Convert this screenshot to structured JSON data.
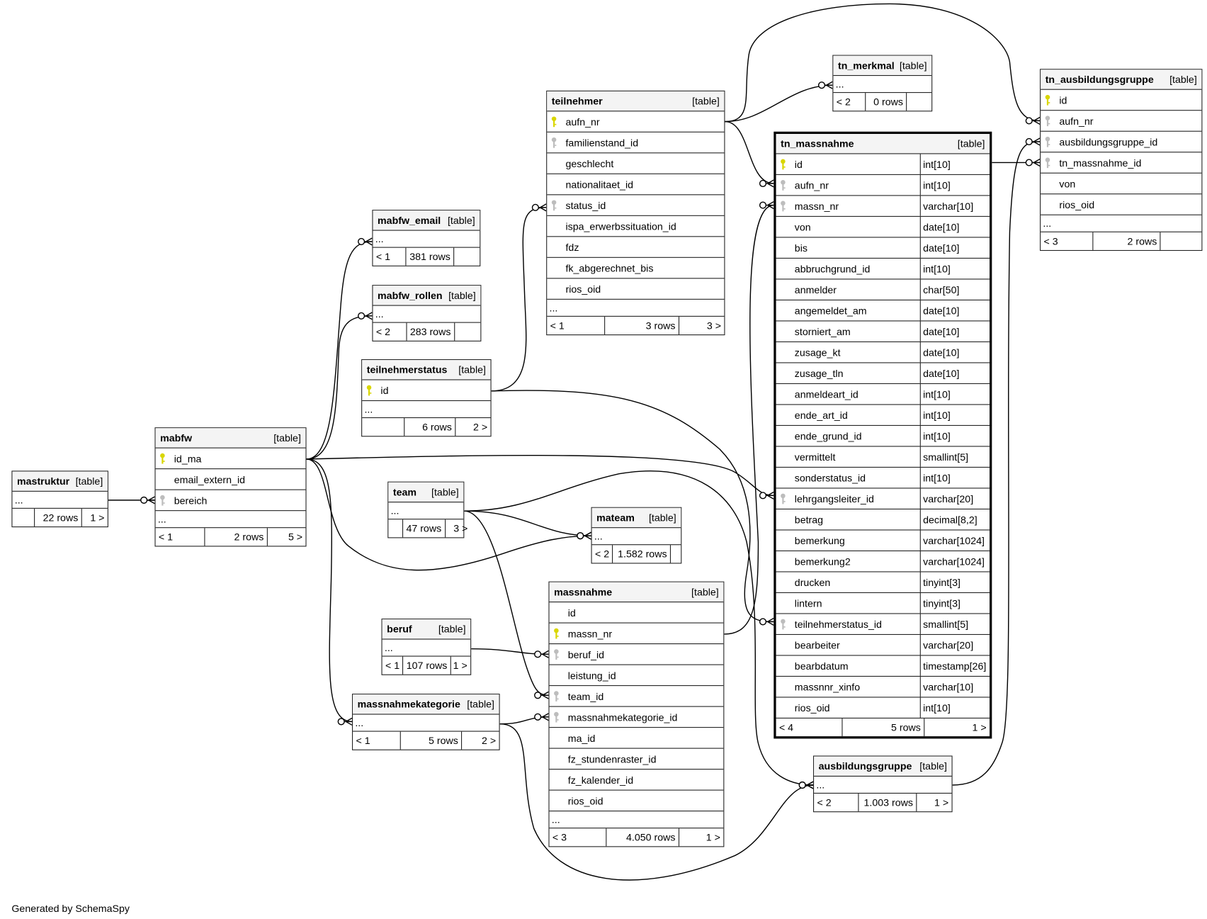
{
  "footer_note": "Generated by SchemaSpy",
  "key_colors": {
    "pk": "#d9d600",
    "fk": "#bdbdbd"
  },
  "tables": [
    {
      "name": "mastruktur",
      "kind": "[table]",
      "columns": [],
      "more": "...",
      "footer": [
        "",
        "22 rows",
        "1 >"
      ]
    },
    {
      "name": "mabfw",
      "kind": "[table]",
      "columns": [
        {
          "name": "id_ma",
          "key": "pk"
        },
        {
          "name": "email_extern_id",
          "key": ""
        },
        {
          "name": "bereich",
          "key": "fk"
        }
      ],
      "more": "...",
      "footer": [
        "< 1",
        "2 rows",
        "5 >"
      ]
    },
    {
      "name": "mabfw_email",
      "kind": "[table]",
      "columns": [],
      "more": "...",
      "footer": [
        "< 1",
        "381 rows",
        ""
      ]
    },
    {
      "name": "mabfw_rollen",
      "kind": "[table]",
      "columns": [],
      "more": "...",
      "footer": [
        "< 2",
        "283 rows",
        ""
      ]
    },
    {
      "name": "teilnehmerstatus",
      "kind": "[table]",
      "columns": [
        {
          "name": "id",
          "key": "pk"
        }
      ],
      "more": "...",
      "footer": [
        "",
        "6 rows",
        "2 >"
      ]
    },
    {
      "name": "team",
      "kind": "[table]",
      "columns": [],
      "more": "...",
      "footer": [
        "",
        "47 rows",
        "3 >"
      ]
    },
    {
      "name": "mateam",
      "kind": "[table]",
      "columns": [],
      "more": "...",
      "footer": [
        "< 2",
        "1.582 rows",
        ""
      ]
    },
    {
      "name": "beruf",
      "kind": "[table]",
      "columns": [],
      "more": "...",
      "footer": [
        "< 1",
        "107 rows",
        "1 >"
      ]
    },
    {
      "name": "massnahmekategorie",
      "kind": "[table]",
      "columns": [],
      "more": "...",
      "footer": [
        "< 1",
        "5 rows",
        "2 >"
      ]
    },
    {
      "name": "teilnehmer",
      "kind": "[table]",
      "columns": [
        {
          "name": "aufn_nr",
          "key": "pk"
        },
        {
          "name": "familienstand_id",
          "key": "fk"
        },
        {
          "name": "geschlecht",
          "key": ""
        },
        {
          "name": "nationalitaet_id",
          "key": ""
        },
        {
          "name": "status_id",
          "key": "fk"
        },
        {
          "name": "ispa_erwerbssituation_id",
          "key": ""
        },
        {
          "name": "fdz",
          "key": ""
        },
        {
          "name": "fk_abgerechnet_bis",
          "key": ""
        },
        {
          "name": "rios_oid",
          "key": ""
        }
      ],
      "more": "...",
      "footer": [
        "< 1",
        "3 rows",
        "3 >"
      ]
    },
    {
      "name": "massnahme",
      "kind": "[table]",
      "columns": [
        {
          "name": "id",
          "key": ""
        },
        {
          "name": "massn_nr",
          "key": "pk"
        },
        {
          "name": "beruf_id",
          "key": "fk"
        },
        {
          "name": "leistung_id",
          "key": ""
        },
        {
          "name": "team_id",
          "key": "fk"
        },
        {
          "name": "massnahmekategorie_id",
          "key": "fk"
        },
        {
          "name": "ma_id",
          "key": ""
        },
        {
          "name": "fz_stundenraster_id",
          "key": ""
        },
        {
          "name": "fz_kalender_id",
          "key": ""
        },
        {
          "name": "rios_oid",
          "key": ""
        }
      ],
      "more": "...",
      "footer": [
        "< 3",
        "4.050 rows",
        "1 >"
      ]
    },
    {
      "name": "tn_merkmal",
      "kind": "[table]",
      "columns": [],
      "more": "...",
      "footer": [
        "< 2",
        "0 rows",
        ""
      ]
    },
    {
      "name": "tn_massnahme",
      "kind": "[table]",
      "focus": true,
      "columns": [
        {
          "name": "id",
          "type": "int[10]",
          "key": "pk"
        },
        {
          "name": "aufn_nr",
          "type": "int[10]",
          "key": "fk"
        },
        {
          "name": "massn_nr",
          "type": "varchar[10]",
          "key": "fk"
        },
        {
          "name": "von",
          "type": "date[10]",
          "key": ""
        },
        {
          "name": "bis",
          "type": "date[10]",
          "key": ""
        },
        {
          "name": "abbruchgrund_id",
          "type": "int[10]",
          "key": ""
        },
        {
          "name": "anmelder",
          "type": "char[50]",
          "key": ""
        },
        {
          "name": "angemeldet_am",
          "type": "date[10]",
          "key": ""
        },
        {
          "name": "storniert_am",
          "type": "date[10]",
          "key": ""
        },
        {
          "name": "zusage_kt",
          "type": "date[10]",
          "key": ""
        },
        {
          "name": "zusage_tln",
          "type": "date[10]",
          "key": ""
        },
        {
          "name": "anmeldeart_id",
          "type": "int[10]",
          "key": ""
        },
        {
          "name": "ende_art_id",
          "type": "int[10]",
          "key": ""
        },
        {
          "name": "ende_grund_id",
          "type": "int[10]",
          "key": ""
        },
        {
          "name": "vermittelt",
          "type": "smallint[5]",
          "key": ""
        },
        {
          "name": "sonderstatus_id",
          "type": "int[10]",
          "key": ""
        },
        {
          "name": "lehrgangsleiter_id",
          "type": "varchar[20]",
          "key": "fk"
        },
        {
          "name": "betrag",
          "type": "decimal[8,2]",
          "key": ""
        },
        {
          "name": "bemerkung",
          "type": "varchar[1024]",
          "key": ""
        },
        {
          "name": "bemerkung2",
          "type": "varchar[1024]",
          "key": ""
        },
        {
          "name": "drucken",
          "type": "tinyint[3]",
          "key": ""
        },
        {
          "name": "lintern",
          "type": "tinyint[3]",
          "key": ""
        },
        {
          "name": "teilnehmerstatus_id",
          "type": "smallint[5]",
          "key": "fk"
        },
        {
          "name": "bearbeiter",
          "type": "varchar[20]",
          "key": ""
        },
        {
          "name": "bearbdatum",
          "type": "timestamp[26]",
          "key": ""
        },
        {
          "name": "massnnr_xinfo",
          "type": "varchar[10]",
          "key": ""
        },
        {
          "name": "rios_oid",
          "type": "int[10]",
          "key": ""
        }
      ],
      "footer": [
        "< 4",
        "5 rows",
        "1 >"
      ]
    },
    {
      "name": "tn_ausbildungsgruppe",
      "kind": "[table]",
      "columns": [
        {
          "name": "id",
          "key": "pk"
        },
        {
          "name": "aufn_nr",
          "key": "fk"
        },
        {
          "name": "ausbildungsgruppe_id",
          "key": "fk"
        },
        {
          "name": "tn_massnahme_id",
          "key": "fk"
        },
        {
          "name": "von",
          "key": ""
        },
        {
          "name": "rios_oid",
          "key": ""
        }
      ],
      "more": "...",
      "footer": [
        "< 3",
        "2 rows",
        ""
      ]
    },
    {
      "name": "ausbildungsgruppe",
      "kind": "[table]",
      "columns": [],
      "more": "...",
      "footer": [
        "< 2",
        "1.003 rows",
        "1 >"
      ]
    }
  ]
}
